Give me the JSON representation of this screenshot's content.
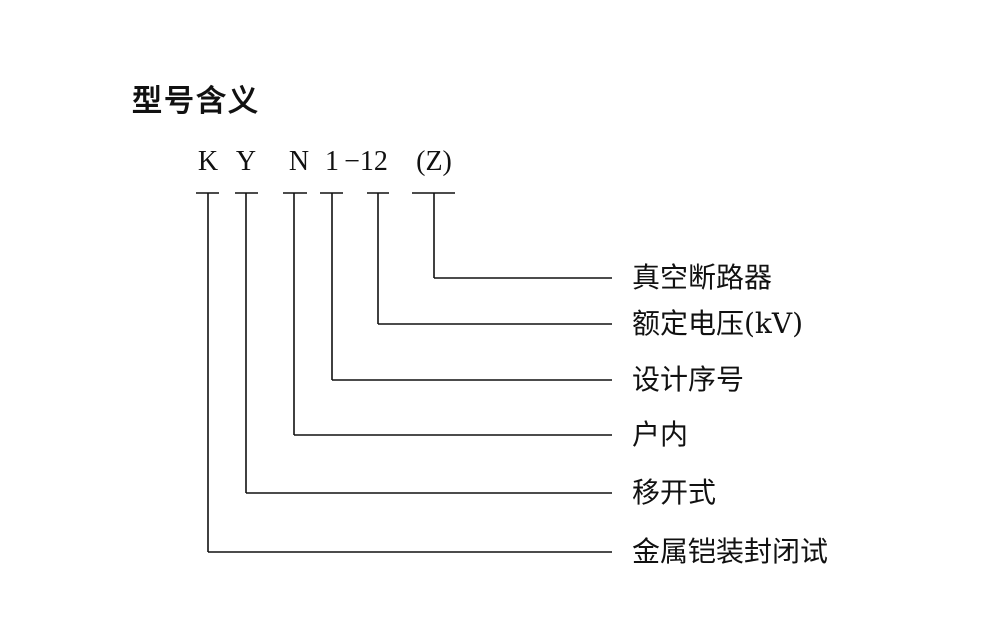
{
  "title": "型号含义",
  "model_code": [
    {
      "text": "K",
      "meaning": "金属铠装封闭试"
    },
    {
      "text": "Y",
      "meaning": "移开式"
    },
    {
      "text": "N",
      "meaning": "户内"
    },
    {
      "text": "1",
      "meaning": "设计序号"
    },
    {
      "text": "−12",
      "meaning": "额定电压(kV)"
    },
    {
      "text": "(Z)",
      "meaning": "真空断路器"
    }
  ],
  "colors": {
    "ink": "#111111"
  }
}
